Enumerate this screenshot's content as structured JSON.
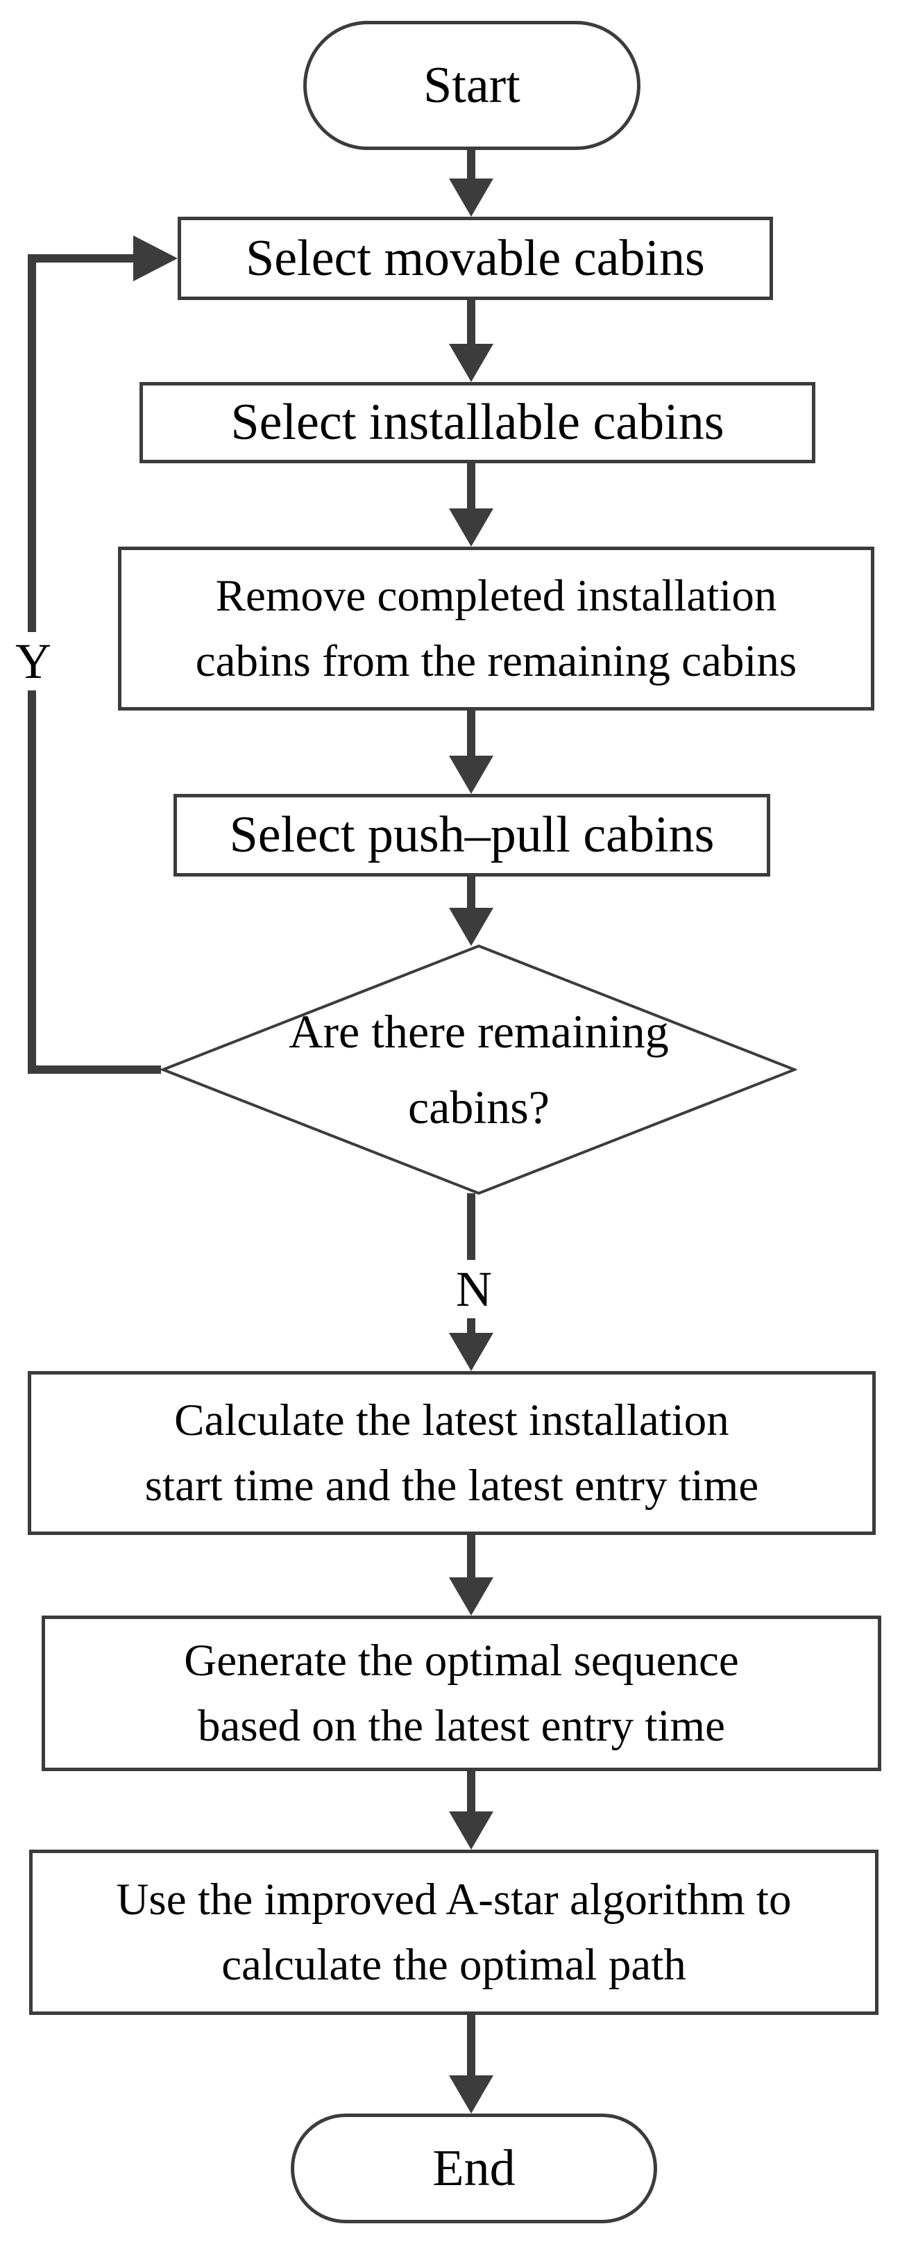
{
  "colors": {
    "line": "#3c3c3c",
    "text": "#000000",
    "background": "#ffffff"
  },
  "nodes": {
    "start": {
      "type": "terminator",
      "label": "Start"
    },
    "select_movable": {
      "type": "process",
      "label": "Select movable cabins"
    },
    "select_installable": {
      "type": "process",
      "label": "Select installable cabins"
    },
    "remove_completed": {
      "type": "process",
      "lines": [
        "Remove completed installation",
        "cabins from the remaining cabins"
      ]
    },
    "select_push_pull": {
      "type": "process",
      "label": "Select push–pull cabins"
    },
    "decision_remaining": {
      "type": "decision",
      "lines": [
        "Are there remaining",
        "cabins?"
      ]
    },
    "calculate_latest": {
      "type": "process",
      "lines": [
        "Calculate the latest installation",
        "start time and the latest entry time"
      ]
    },
    "generate_sequence": {
      "type": "process",
      "lines": [
        "Generate the optimal sequence",
        "based on the latest entry time"
      ]
    },
    "astar_path": {
      "type": "process",
      "lines": [
        "Use the improved A-star algorithm to",
        "calculate the optimal path"
      ]
    },
    "end": {
      "type": "terminator",
      "label": "End"
    }
  },
  "edges": {
    "yes_label": "Y",
    "no_label": "N"
  }
}
